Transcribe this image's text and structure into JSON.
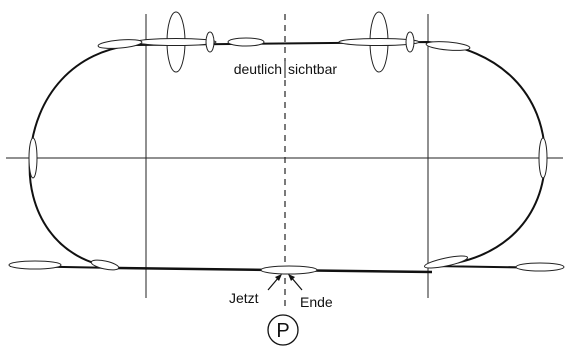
{
  "labels": {
    "top_left": "deutlich",
    "top_right": "sichtbar",
    "now": "Jetzt",
    "end": "Ende",
    "position": "P"
  },
  "icons": [
    "glider-icon",
    "arrow-icon"
  ]
}
